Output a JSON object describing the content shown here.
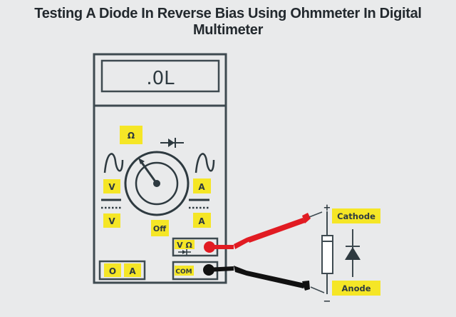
{
  "title": "Testing A Diode In Reverse Bias Using Ohmmeter In Digital Multimeter",
  "colors": {
    "background": "#e9eaeb",
    "outline": "#3e4a50",
    "highlight": "#f5e626",
    "red_probe": "#e11b22",
    "black_probe": "#111111"
  },
  "multimeter": {
    "display": ".0L",
    "dial_labels": {
      "ohm": "Ω",
      "ac_volts": "V",
      "ac_amps": "A",
      "dc_volts": "V",
      "dc_amps": "A",
      "off": "Off"
    },
    "ports": {
      "vohm": "V Ω",
      "com": "COM",
      "current_o": "O",
      "current_a": "A"
    }
  },
  "diode": {
    "cathode_label": "Cathode",
    "anode_label": "Anode",
    "plus_sign": "+",
    "minus_sign": "−"
  }
}
